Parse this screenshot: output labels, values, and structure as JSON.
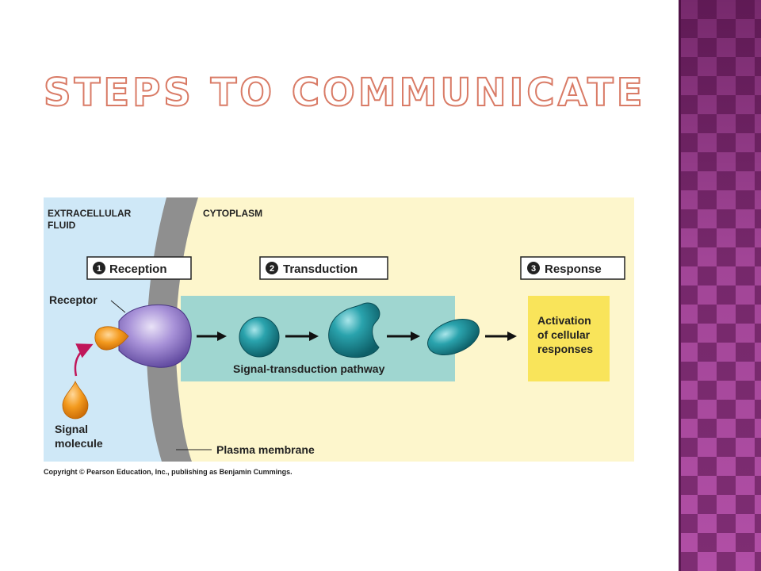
{
  "slide": {
    "title": "Steps to Communicate"
  },
  "diagram": {
    "regions": {
      "extracellular_line1": "EXTRACELLULAR",
      "extracellular_line2": "FLUID",
      "cytoplasm": "CYTOPLASM"
    },
    "steps": [
      {
        "number": "1",
        "label": "Reception"
      },
      {
        "number": "2",
        "label": "Transduction"
      },
      {
        "number": "3",
        "label": "Response"
      }
    ],
    "receptor_label": "Receptor",
    "pathway_label": "Signal-transduction pathway",
    "response_lines": [
      "Activation",
      "of cellular",
      "responses"
    ],
    "signal_lines": [
      "Signal",
      "molecule"
    ],
    "membrane_label": "Plasma membrane",
    "copyright": "Copyright © Pearson Education, Inc., publishing as Benjamin Cummings."
  },
  "colors": {
    "extracellular": "#cfe8f7",
    "cytoplasm": "#fdf6cc",
    "membrane": "#8f8f8f",
    "pathway_box": "#9fd6d0",
    "response_box": "#f9e45a",
    "receptor": "#8b74c4",
    "signal": "#f39a1e",
    "relay": "#1e8c96",
    "title_outline": "#d97b66",
    "side_band": "#b14fa6"
  }
}
